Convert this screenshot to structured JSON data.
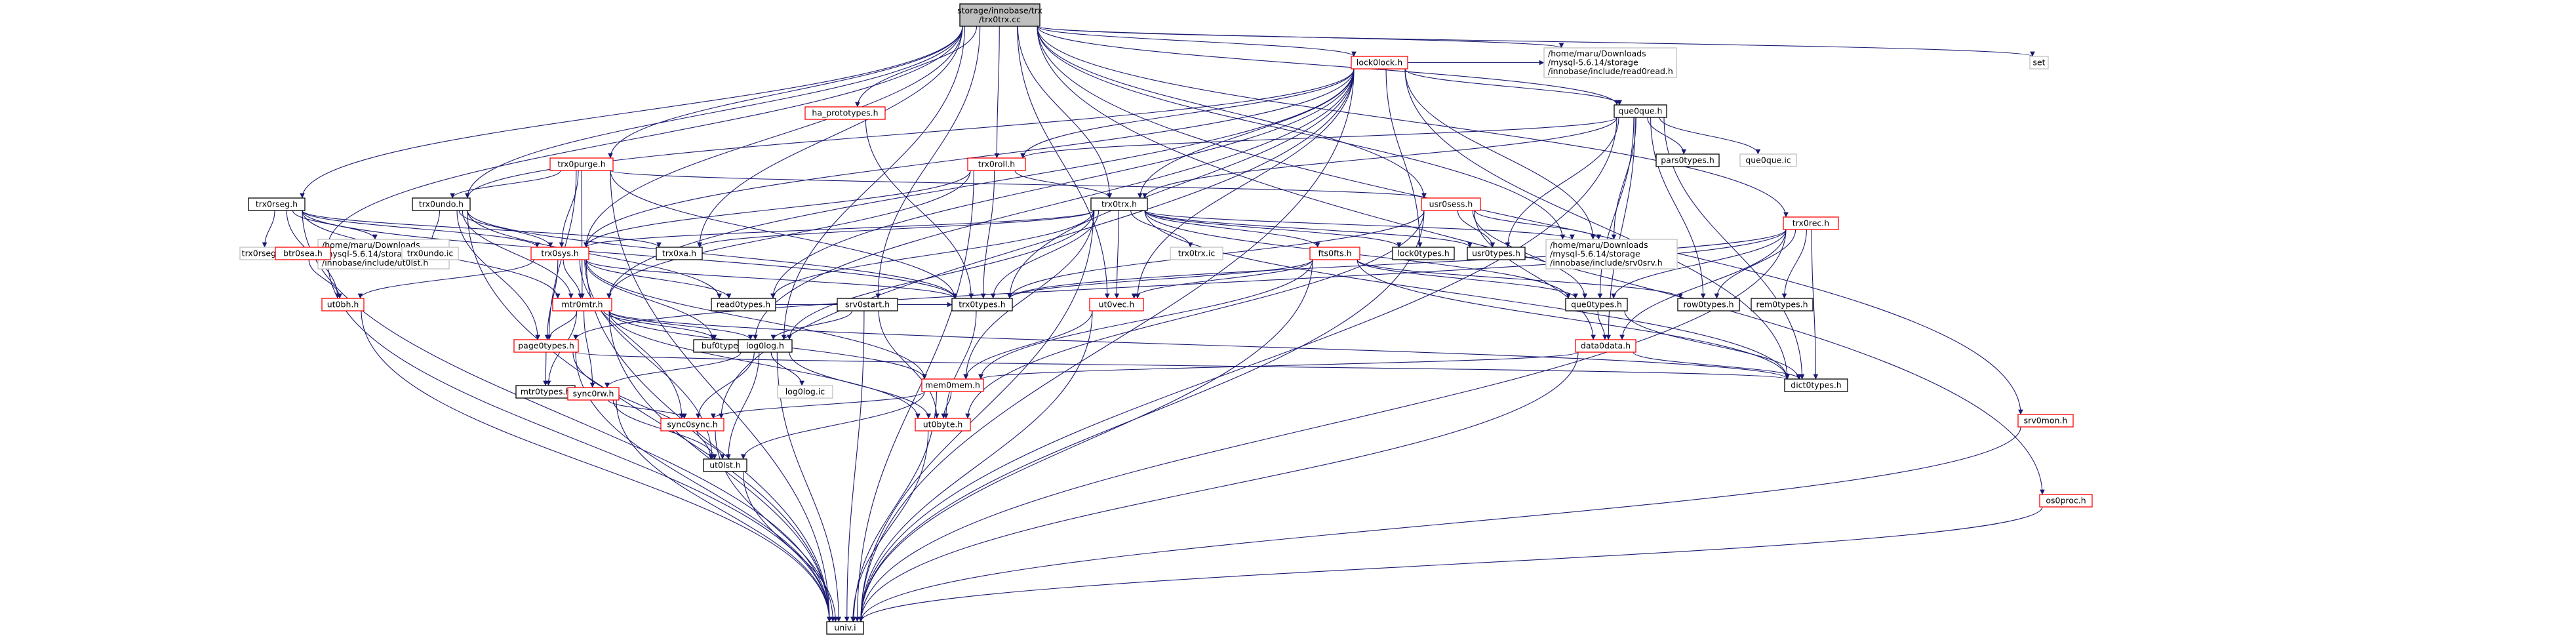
{
  "graph": {
    "colors": {
      "edge": "#191970",
      "normal_border": "#000000",
      "incomplete_border": "#ff0000",
      "missing_border": "#bfbfbf",
      "root_fill": "#bfbfbf",
      "label_text": "#000000"
    },
    "nodes": [
      {
        "id": "root",
        "label": [
          "storage/innobase/trx",
          "/trx0trx.cc"
        ],
        "kind": "root"
      },
      {
        "id": "lock0lock",
        "label": [
          "lock0lock.h"
        ],
        "kind": "red"
      },
      {
        "id": "set",
        "label": [
          "set"
        ],
        "kind": "gray"
      },
      {
        "id": "ha_prototypes",
        "label": [
          "ha_prototypes.h"
        ],
        "kind": "red"
      },
      {
        "id": "read0read",
        "label": [
          "/home/maru/Downloads",
          "/mysql-5.6.14/storage",
          "/innobase/include/read0read.h"
        ],
        "kind": "gray"
      },
      {
        "id": "que0que",
        "label": [
          "que0que.h"
        ],
        "kind": "black"
      },
      {
        "id": "trx0purge",
        "label": [
          "trx0purge.h"
        ],
        "kind": "red"
      },
      {
        "id": "trx0roll",
        "label": [
          "trx0roll.h"
        ],
        "kind": "red"
      },
      {
        "id": "pars0types",
        "label": [
          "pars0types.h"
        ],
        "kind": "black"
      },
      {
        "id": "que0que_ic",
        "label": [
          "que0que.ic"
        ],
        "kind": "gray"
      },
      {
        "id": "trx0rseg",
        "label": [
          "trx0rseg.h"
        ],
        "kind": "black"
      },
      {
        "id": "trx0undo",
        "label": [
          "trx0undo.h"
        ],
        "kind": "black"
      },
      {
        "id": "trx0trx_h",
        "label": [
          "trx0trx.h"
        ],
        "kind": "black"
      },
      {
        "id": "usr0sess",
        "label": [
          "usr0sess.h"
        ],
        "kind": "red"
      },
      {
        "id": "trx0rseg_ic",
        "label": [
          "trx0rseg.ic"
        ],
        "kind": "gray"
      },
      {
        "id": "ut0lst_path",
        "label": [
          "/home/maru/Downloads",
          "/mysql-5.6.14/storage",
          "/innobase/include/ut0lst.h"
        ],
        "kind": "gray"
      },
      {
        "id": "trx0undo_ic",
        "label": [
          "trx0undo.ic"
        ],
        "kind": "gray"
      },
      {
        "id": "trx0xa",
        "label": [
          "trx0xa.h"
        ],
        "kind": "black"
      },
      {
        "id": "trx0trx_ic",
        "label": [
          "trx0trx.ic"
        ],
        "kind": "gray"
      },
      {
        "id": "lock0types",
        "label": [
          "lock0types.h"
        ],
        "kind": "black"
      },
      {
        "id": "usr0types",
        "label": [
          "usr0types.h"
        ],
        "kind": "black"
      },
      {
        "id": "srv0srv",
        "label": [
          "/home/maru/Downloads",
          "/mysql-5.6.14/storage",
          "/innobase/include/srv0srv.h"
        ],
        "kind": "gray"
      },
      {
        "id": "trx0rec",
        "label": [
          "trx0rec.h"
        ],
        "kind": "red"
      },
      {
        "id": "btr0sea",
        "label": [
          "btr0sea.h"
        ],
        "kind": "red"
      },
      {
        "id": "trx0sys",
        "label": [
          "trx0sys.h"
        ],
        "kind": "red"
      },
      {
        "id": "fts0fts",
        "label": [
          "fts0fts.h"
        ],
        "kind": "red"
      },
      {
        "id": "srv0start",
        "label": [
          "srv0start.h"
        ],
        "kind": "black"
      },
      {
        "id": "ut0bh",
        "label": [
          "ut0bh.h"
        ],
        "kind": "red"
      },
      {
        "id": "mtr0mtr",
        "label": [
          "mtr0mtr.h"
        ],
        "kind": "red"
      },
      {
        "id": "read0types",
        "label": [
          "read0types.h"
        ],
        "kind": "black"
      },
      {
        "id": "trx0types",
        "label": [
          "trx0types.h"
        ],
        "kind": "black"
      },
      {
        "id": "ut0vec",
        "label": [
          "ut0vec.h"
        ],
        "kind": "red"
      },
      {
        "id": "que0types",
        "label": [
          "que0types.h"
        ],
        "kind": "black"
      },
      {
        "id": "row0types",
        "label": [
          "row0types.h"
        ],
        "kind": "black"
      },
      {
        "id": "rem0types",
        "label": [
          "rem0types.h"
        ],
        "kind": "black"
      },
      {
        "id": "buf0types",
        "label": [
          "buf0types.h"
        ],
        "kind": "black"
      },
      {
        "id": "log0log",
        "label": [
          "log0log.h"
        ],
        "kind": "black"
      },
      {
        "id": "page0types",
        "label": [
          "page0types.h"
        ],
        "kind": "red"
      },
      {
        "id": "data0data",
        "label": [
          "data0data.h"
        ],
        "kind": "red"
      },
      {
        "id": "log0log_ic",
        "label": [
          "log0log.ic"
        ],
        "kind": "gray"
      },
      {
        "id": "mtr0types",
        "label": [
          "mtr0types.h"
        ],
        "kind": "black"
      },
      {
        "id": "dict0types",
        "label": [
          "dict0types.h"
        ],
        "kind": "black"
      },
      {
        "id": "sync0rw",
        "label": [
          "sync0rw.h"
        ],
        "kind": "red"
      },
      {
        "id": "mem0mem",
        "label": [
          "mem0mem.h"
        ],
        "kind": "red"
      },
      {
        "id": "sync0sync",
        "label": [
          "sync0sync.h"
        ],
        "kind": "red"
      },
      {
        "id": "ut0byte",
        "label": [
          "ut0byte.h"
        ],
        "kind": "red"
      },
      {
        "id": "ut0lst",
        "label": [
          "ut0lst.h"
        ],
        "kind": "black"
      },
      {
        "id": "univ",
        "label": [
          "univ.i"
        ],
        "kind": "black"
      },
      {
        "id": "srv0mon",
        "label": [
          "srv0mon.h"
        ],
        "kind": "red"
      },
      {
        "id": "os0proc",
        "label": [
          "os0proc.h"
        ],
        "kind": "red"
      }
    ],
    "edges": [
      [
        "root",
        "lock0lock"
      ],
      [
        "root",
        "set"
      ],
      [
        "root",
        "ha_prototypes"
      ],
      [
        "root",
        "read0read"
      ],
      [
        "root",
        "que0que"
      ],
      [
        "root",
        "trx0purge"
      ],
      [
        "root",
        "trx0roll"
      ],
      [
        "root",
        "trx0rseg"
      ],
      [
        "root",
        "trx0undo"
      ],
      [
        "root",
        "trx0trx_h"
      ],
      [
        "root",
        "usr0sess"
      ],
      [
        "root",
        "trx0xa"
      ],
      [
        "root",
        "srv0srv"
      ],
      [
        "root",
        "trx0rec"
      ],
      [
        "root",
        "btr0sea"
      ],
      [
        "root",
        "srv0start"
      ],
      [
        "root",
        "log0log"
      ],
      [
        "root",
        "ut0vec"
      ],
      [
        "root",
        "srv0mon"
      ],
      [
        "root",
        "os0proc"
      ],
      [
        "root",
        "trx0sys"
      ],
      [
        "lock0lock",
        "read0read"
      ],
      [
        "lock0lock",
        "que0que"
      ],
      [
        "lock0lock",
        "trx0roll"
      ],
      [
        "lock0lock",
        "trx0trx_h"
      ],
      [
        "lock0lock",
        "trx0undo"
      ],
      [
        "lock0lock",
        "lock0types"
      ],
      [
        "lock0lock",
        "srv0srv"
      ],
      [
        "lock0lock",
        "ut0vec"
      ],
      [
        "lock0lock",
        "dict0types"
      ],
      [
        "lock0lock",
        "trx0types"
      ],
      [
        "lock0lock",
        "trx0sys"
      ],
      [
        "lock0lock",
        "univ"
      ],
      [
        "lock0lock",
        "buf0types"
      ],
      [
        "lock0lock",
        "read0types"
      ],
      [
        "lock0lock",
        "sync0sync"
      ],
      [
        "lock0lock",
        "mtr0mtr"
      ],
      [
        "ha_prototypes",
        "trx0types"
      ],
      [
        "que0que",
        "trx0roll"
      ],
      [
        "que0que",
        "trx0trx_h"
      ],
      [
        "que0que",
        "pars0types"
      ],
      [
        "que0que",
        "que0que_ic"
      ],
      [
        "que0que",
        "usr0types"
      ],
      [
        "que0que",
        "srv0srv"
      ],
      [
        "que0que",
        "que0types"
      ],
      [
        "que0que",
        "row0types"
      ],
      [
        "que0que",
        "dict0types"
      ],
      [
        "que0que",
        "data0data"
      ],
      [
        "que0que",
        "univ"
      ],
      [
        "trx0purge",
        "trx0undo"
      ],
      [
        "trx0purge",
        "usr0sess"
      ],
      [
        "trx0purge",
        "trx0sys"
      ],
      [
        "trx0purge",
        "mtr0mtr"
      ],
      [
        "trx0purge",
        "page0types"
      ],
      [
        "trx0purge",
        "trx0types"
      ],
      [
        "trx0purge",
        "univ"
      ],
      [
        "trx0roll",
        "trx0trx_h"
      ],
      [
        "trx0roll",
        "trx0sys"
      ],
      [
        "trx0roll",
        "trx0types"
      ],
      [
        "trx0roll",
        "univ"
      ],
      [
        "trx0roll",
        "mtr0mtr"
      ],
      [
        "trx0rseg",
        "trx0rseg_ic"
      ],
      [
        "trx0rseg",
        "ut0lst_path"
      ],
      [
        "trx0rseg",
        "trx0sys"
      ],
      [
        "trx0rseg",
        "trx0xa"
      ],
      [
        "trx0rseg",
        "ut0bh"
      ],
      [
        "trx0rseg",
        "univ"
      ],
      [
        "trx0rseg",
        "trx0types"
      ],
      [
        "trx0rseg",
        "mtr0mtr"
      ],
      [
        "trx0undo",
        "trx0undo_ic"
      ],
      [
        "trx0undo",
        "trx0sys"
      ],
      [
        "trx0undo",
        "mtr0mtr"
      ],
      [
        "trx0undo",
        "trx0types"
      ],
      [
        "trx0undo",
        "page0types"
      ],
      [
        "trx0undo",
        "univ"
      ],
      [
        "trx0undo",
        "read0types"
      ],
      [
        "trx0trx_h",
        "trx0xa"
      ],
      [
        "trx0trx_h",
        "trx0trx_ic"
      ],
      [
        "trx0trx_h",
        "lock0types"
      ],
      [
        "trx0trx_h",
        "usr0types"
      ],
      [
        "trx0trx_h",
        "srv0srv"
      ],
      [
        "trx0trx_h",
        "fts0fts"
      ],
      [
        "trx0trx_h",
        "ut0vec"
      ],
      [
        "trx0trx_h",
        "read0types"
      ],
      [
        "trx0trx_h",
        "trx0types"
      ],
      [
        "trx0trx_h",
        "que0types"
      ],
      [
        "trx0trx_h",
        "mem0mem"
      ],
      [
        "trx0trx_h",
        "log0log"
      ],
      [
        "trx0trx_h",
        "univ"
      ],
      [
        "trx0trx_h",
        "trx0sys"
      ],
      [
        "trx0trx_h",
        "dict0types"
      ],
      [
        "usr0sess",
        "usr0types"
      ],
      [
        "usr0sess",
        "que0types"
      ],
      [
        "usr0sess",
        "data0data"
      ],
      [
        "usr0sess",
        "ut0byte"
      ],
      [
        "usr0sess",
        "univ"
      ],
      [
        "usr0sess",
        "trx0types"
      ],
      [
        "usr0sess",
        "srv0srv"
      ],
      [
        "trx0rec",
        "que0types"
      ],
      [
        "trx0rec",
        "row0types"
      ],
      [
        "trx0rec",
        "rem0types"
      ],
      [
        "trx0rec",
        "dict0types"
      ],
      [
        "trx0rec",
        "data0data"
      ],
      [
        "trx0rec",
        "trx0types"
      ],
      [
        "trx0rec",
        "univ"
      ],
      [
        "trx0rec",
        "page0types"
      ],
      [
        "btr0sea",
        "ut0bh"
      ],
      [
        "btr0sea",
        "univ"
      ],
      [
        "trx0sys",
        "ut0bh"
      ],
      [
        "trx0sys",
        "mtr0mtr"
      ],
      [
        "trx0sys",
        "read0types"
      ],
      [
        "trx0sys",
        "trx0types"
      ],
      [
        "trx0sys",
        "page0types"
      ],
      [
        "trx0sys",
        "mem0mem"
      ],
      [
        "trx0sys",
        "univ"
      ],
      [
        "trx0sys",
        "sync0sync"
      ],
      [
        "trx0sys",
        "ut0lst"
      ],
      [
        "trx0sys",
        "buf0types"
      ],
      [
        "fts0fts",
        "que0types"
      ],
      [
        "fts0fts",
        "ut0vec"
      ],
      [
        "fts0fts",
        "trx0types"
      ],
      [
        "fts0fts",
        "dict0types"
      ],
      [
        "fts0fts",
        "mem0mem"
      ],
      [
        "fts0fts",
        "univ"
      ],
      [
        "fts0fts",
        "row0types"
      ],
      [
        "srv0start",
        "log0log"
      ],
      [
        "srv0start",
        "univ"
      ],
      [
        "srv0start",
        "ut0byte"
      ],
      [
        "ut0bh",
        "univ"
      ],
      [
        "mtr0mtr",
        "page0types"
      ],
      [
        "mtr0mtr",
        "buf0types"
      ],
      [
        "mtr0mtr",
        "log0log"
      ],
      [
        "mtr0mtr",
        "mtr0types"
      ],
      [
        "mtr0mtr",
        "sync0rw"
      ],
      [
        "mtr0mtr",
        "mem0mem"
      ],
      [
        "mtr0mtr",
        "ut0byte"
      ],
      [
        "mtr0mtr",
        "univ"
      ],
      [
        "mtr0mtr",
        "dict0types"
      ],
      [
        "read0types",
        "trx0types"
      ],
      [
        "trx0types",
        "ut0byte"
      ],
      [
        "ut0vec",
        "mem0mem"
      ],
      [
        "ut0vec",
        "univ"
      ],
      [
        "que0types",
        "data0data"
      ],
      [
        "que0types",
        "dict0types"
      ],
      [
        "log0log",
        "log0log_ic"
      ],
      [
        "log0log",
        "sync0rw"
      ],
      [
        "log0log",
        "sync0sync"
      ],
      [
        "log0log",
        "ut0byte"
      ],
      [
        "log0log",
        "ut0lst"
      ],
      [
        "log0log",
        "univ"
      ],
      [
        "page0types",
        "mtr0types"
      ],
      [
        "page0types",
        "dict0types"
      ],
      [
        "page0types",
        "univ"
      ],
      [
        "page0types",
        "ut0lst"
      ],
      [
        "data0data",
        "mem0mem"
      ],
      [
        "data0data",
        "dict0types"
      ],
      [
        "data0data",
        "univ"
      ],
      [
        "sync0rw",
        "sync0sync"
      ],
      [
        "sync0rw",
        "ut0lst"
      ],
      [
        "sync0rw",
        "univ"
      ],
      [
        "mem0mem",
        "sync0sync"
      ],
      [
        "mem0mem",
        "ut0byte"
      ],
      [
        "mem0mem",
        "ut0lst"
      ],
      [
        "mem0mem",
        "univ"
      ],
      [
        "sync0sync",
        "ut0lst"
      ],
      [
        "sync0sync",
        "univ"
      ],
      [
        "ut0byte",
        "univ"
      ],
      [
        "ut0lst",
        "univ"
      ],
      [
        "srv0mon",
        "univ"
      ],
      [
        "os0proc",
        "univ"
      ]
    ]
  }
}
